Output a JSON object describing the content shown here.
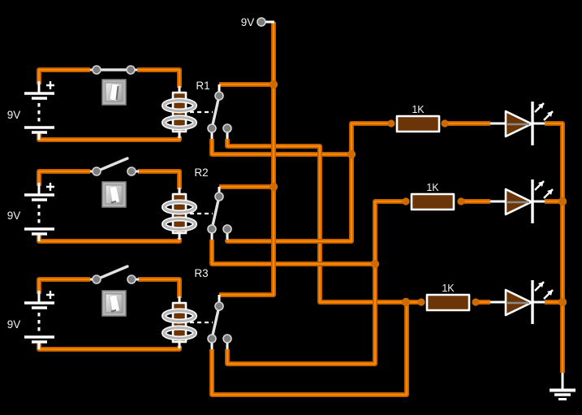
{
  "colors": {
    "background": "#000000",
    "wire": "#ff8700",
    "wire_border": "#bc5e00",
    "junction": "#cd6b00",
    "component_brown": "#6b3508",
    "terminal_gray": "#7d7d7d",
    "terminal_ring": "#d6d6d6",
    "coil_gray": "#b6b6b6",
    "led_gray": "#8a8a8a",
    "lever_gray": "#e2e2e2",
    "label": "#f2f2f2"
  },
  "supply": {
    "label": "9V"
  },
  "circuits": [
    {
      "battery_label": "9V",
      "relay_label": "R1",
      "switch_state": "closed",
      "button_position": "on"
    },
    {
      "battery_label": "9V",
      "relay_label": "R2",
      "switch_state": "open",
      "button_position": "off"
    },
    {
      "battery_label": "9V",
      "relay_label": "R3",
      "switch_state": "open",
      "button_position": "off"
    }
  ],
  "output_rows": [
    {
      "resistor_label": "1K"
    },
    {
      "resistor_label": "1K"
    },
    {
      "resistor_label": "1K"
    }
  ]
}
